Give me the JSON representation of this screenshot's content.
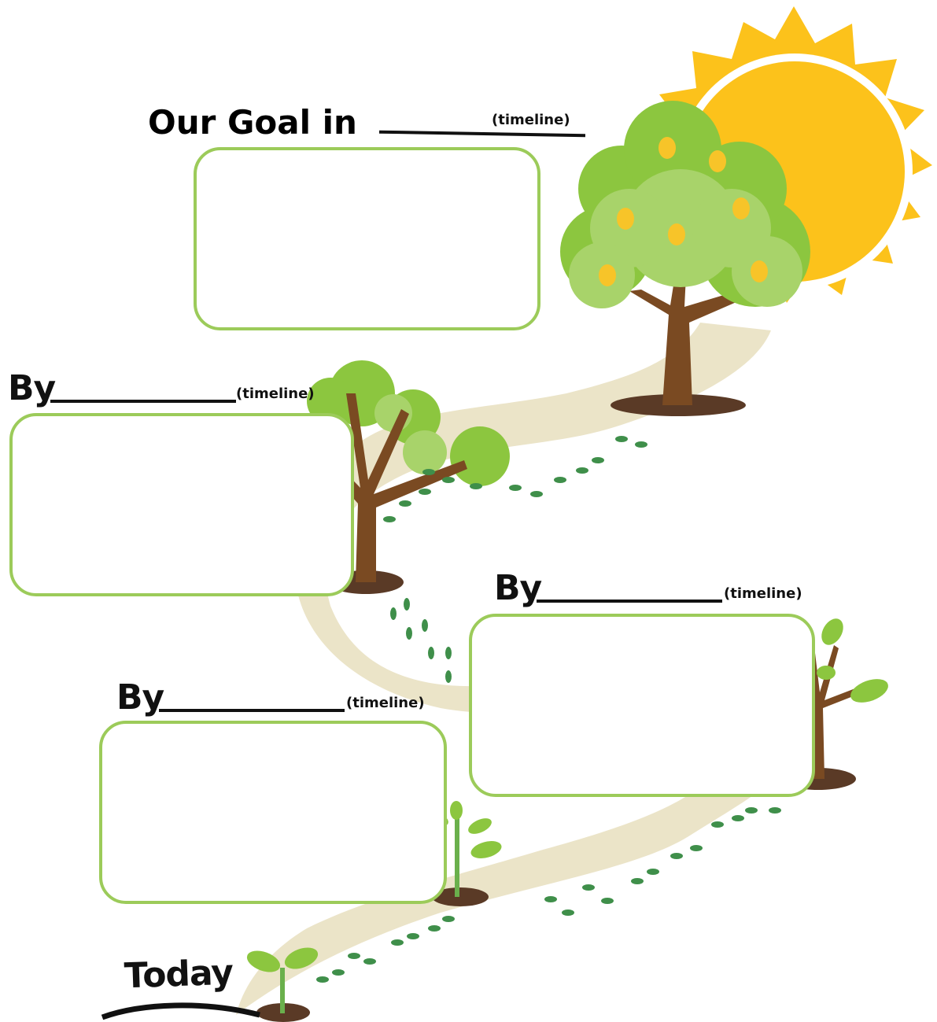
{
  "header": {
    "title": "Our Goal in",
    "timeline_label": "(timeline)"
  },
  "milestones": [
    {
      "prefix": "By",
      "timeline_label": "(timeline)",
      "box_text": ""
    },
    {
      "prefix": "By",
      "timeline_label": "(timeline)",
      "box_text": ""
    },
    {
      "prefix": "By",
      "timeline_label": "(timeline)",
      "box_text": ""
    }
  ],
  "goal_box_text": "",
  "start": {
    "label": "Today"
  },
  "illustrations": [
    "sun-icon",
    "fruit-tree-icon",
    "young-tree-icon",
    "sapling-icon",
    "seedling-icon",
    "sprout-icon",
    "footprints-icon",
    "path-icon"
  ],
  "colors": {
    "box_border": "#9ccb5a",
    "path": "#ebe4c8",
    "sun": "#fcc21b",
    "foliage_light": "#a8d36a",
    "foliage_dark": "#8cc63f",
    "trunk": "#7a4a22",
    "soil": "#5a3a26",
    "footprint": "#3f8f4a",
    "fruit": "#f7c429"
  }
}
